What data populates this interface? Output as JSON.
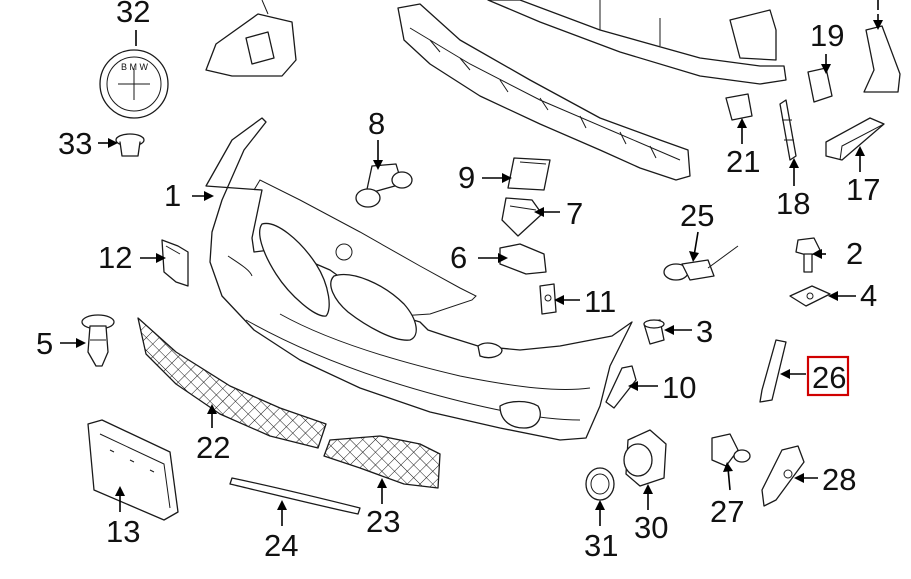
{
  "diagram": {
    "callouts": [
      {
        "id": "c1",
        "text": "1"
      },
      {
        "id": "c2",
        "text": "2"
      },
      {
        "id": "c4",
        "text": "4"
      },
      {
        "id": "c3",
        "text": "3"
      },
      {
        "id": "c5",
        "text": "5"
      },
      {
        "id": "c6",
        "text": "6"
      },
      {
        "id": "c7",
        "text": "7"
      },
      {
        "id": "c8",
        "text": "8"
      },
      {
        "id": "c9",
        "text": "9"
      },
      {
        "id": "c10",
        "text": "10"
      },
      {
        "id": "c11",
        "text": "11"
      },
      {
        "id": "c12",
        "text": "12"
      },
      {
        "id": "c13",
        "text": "13"
      },
      {
        "id": "c17",
        "text": "17"
      },
      {
        "id": "c18",
        "text": "18"
      },
      {
        "id": "c19",
        "text": "19"
      },
      {
        "id": "c21",
        "text": "21"
      },
      {
        "id": "c22",
        "text": "22"
      },
      {
        "id": "c23",
        "text": "23"
      },
      {
        "id": "c24",
        "text": "24"
      },
      {
        "id": "c25",
        "text": "25"
      },
      {
        "id": "c26",
        "text": "26"
      },
      {
        "id": "c27",
        "text": "27"
      },
      {
        "id": "c28",
        "text": "28"
      },
      {
        "id": "c30",
        "text": "30"
      },
      {
        "id": "c31",
        "text": "31"
      },
      {
        "id": "c32",
        "text": "32"
      },
      {
        "id": "c33",
        "text": "33"
      }
    ],
    "highlighted_callout": "26",
    "highlight_color": "#d00000",
    "emblem_text": "B M W"
  }
}
